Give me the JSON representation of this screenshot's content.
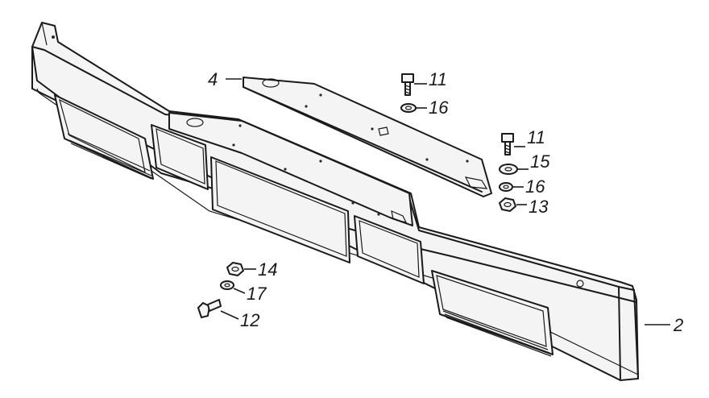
{
  "callouts": {
    "c2": "2",
    "c4": "4",
    "c11a": "11",
    "c16a": "16",
    "c11b": "11",
    "c15": "15",
    "c16b": "16",
    "c13": "13",
    "c14": "14",
    "c17": "17",
    "c12": "12"
  }
}
